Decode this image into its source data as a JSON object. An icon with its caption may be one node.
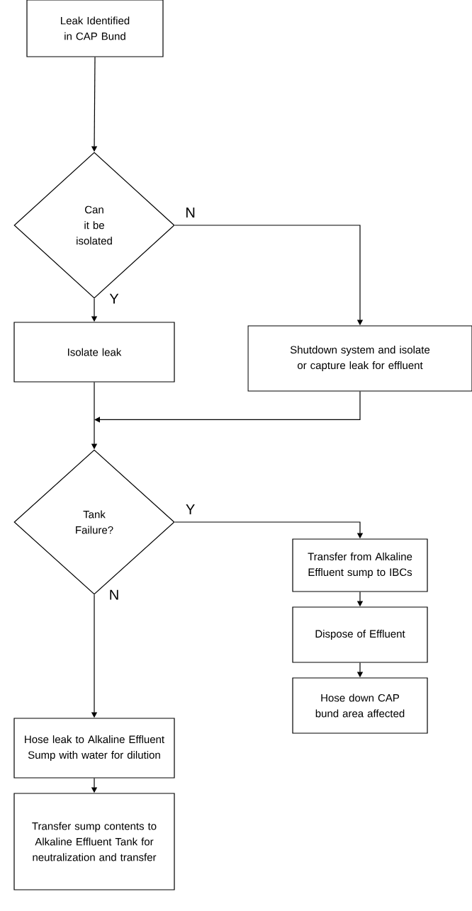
{
  "diagram": {
    "nodes": [
      {
        "text": [
          "Leak Identified in CAP Bund"
        ]
      },
      {
        "text": [
          "Can it be isolated"
        ]
      },
      {
        "text": [
          "Isolate leak"
        ]
      },
      {
        "text": [
          "Shutdown system and isolate or capture leak for effluent"
        ]
      },
      {
        "text": [
          "Tank Failure?"
        ]
      },
      {
        "text": [
          "Transfer from Alkaline Effluent sump to IBCs"
        ]
      },
      {
        "text": [
          "Dispose of Effluent"
        ]
      },
      {
        "text": [
          "Hose down CAP bund area affected"
        ]
      },
      {
        "text": [
          "Hose leak to Alkaline Effluent Sump with water for dilution"
        ]
      },
      {
        "text": [
          "Transfer sump contents to Alkaline Effluent Tank for neutralization and transfer"
        ]
      }
    ],
    "edges": [
      {
        "from": 0,
        "to": 1,
        "arrow": "to"
      },
      {
        "from": 1,
        "to": 2,
        "arrow": "to",
        "label": "Y"
      },
      {
        "from": 1,
        "to": 3,
        "arrow": "to",
        "label": "N"
      },
      {
        "from": 2,
        "to": 4,
        "arrow": "to"
      },
      {
        "from": 3,
        "to": 4,
        "arrow": "to"
      },
      {
        "from": 4,
        "to": 5,
        "arrow": "to",
        "label": "Y"
      },
      {
        "from": 4,
        "to": 8,
        "arrow": "to",
        "label": "N"
      },
      {
        "from": 5,
        "to": 6,
        "arrow": "to"
      },
      {
        "from": 6,
        "to": 7,
        "arrow": "to"
      },
      {
        "from": 8,
        "to": 9,
        "arrow": "to"
      }
    ]
  }
}
